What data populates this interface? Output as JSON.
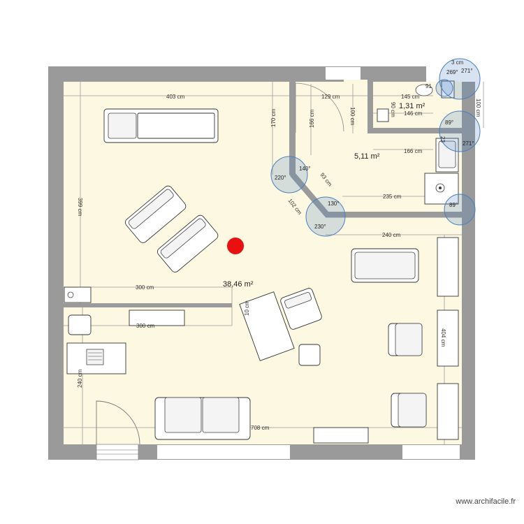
{
  "plan": {
    "areas": {
      "main_room": "38,46 m²",
      "middle_room": "5,11 m²",
      "wc_room": "1,31 m²"
    },
    "dimensions": {
      "top_left_width": "403 cm",
      "top_mid_width": "129 cm",
      "wc_width": "145 cm",
      "wc_width_2": "146 cm",
      "mid_room_width": "166 cm",
      "corridor_235": "235 cm",
      "corridor_240": "240 cm",
      "left_height": "399 cm",
      "partition_170": "170 cm",
      "partition_166": "166 cm",
      "door_100": "100 cm",
      "wc_depth_90": "90 cm",
      "right_ext_100": "100 cm",
      "top_3": "3 cm",
      "diag_93": "93 cm",
      "diag_102": "102 cm",
      "wall_300_a": "300 cm",
      "wall_300_b": "300 cm",
      "table_10": "10 cm",
      "right_404": "404 cm",
      "bottom_left_240": "240 cm",
      "bottom_708": "708 cm",
      "small_23": "23",
      "wc_91": "91"
    },
    "angles": {
      "a269": "269°",
      "a271_top": "271°",
      "a89_top": "89°",
      "a271_mid": "271°",
      "a140": "140°",
      "a220": "220°",
      "a130": "130°",
      "a230": "230°",
      "a89_bottom": "89°"
    },
    "marker_color": "#e81010",
    "floor_color": "#fdf8e2",
    "wall_color": "#9a9a9a",
    "arc_color": "#4a7fc1"
  },
  "footer": {
    "credit": "www.archifacile.fr"
  }
}
